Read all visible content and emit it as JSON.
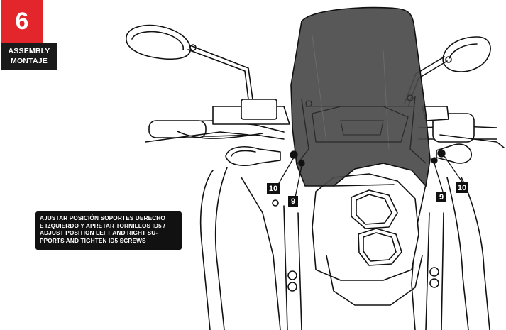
{
  "step": {
    "number": "6",
    "label_line1": "ASSEMBLY",
    "label_line2": "MONTAJE"
  },
  "callouts": {
    "left_part10": "10",
    "left_part9": "9",
    "right_part9": "9",
    "right_part10": "10"
  },
  "instruction": {
    "line1": "AJUSTAR POSICIÓN SOPORTES DERECHO",
    "line2": "E IZQUIERDO Y APRETAR TORNILLOS ID5 /",
    "line3": "ADJUST POSITION LEFT AND RIGHT SU-",
    "line4": "PPORTS AND TIGHTEN ID5 SCREWS"
  },
  "colors": {
    "accent": "#e3262b",
    "windscreen": "#4a4a4a"
  }
}
